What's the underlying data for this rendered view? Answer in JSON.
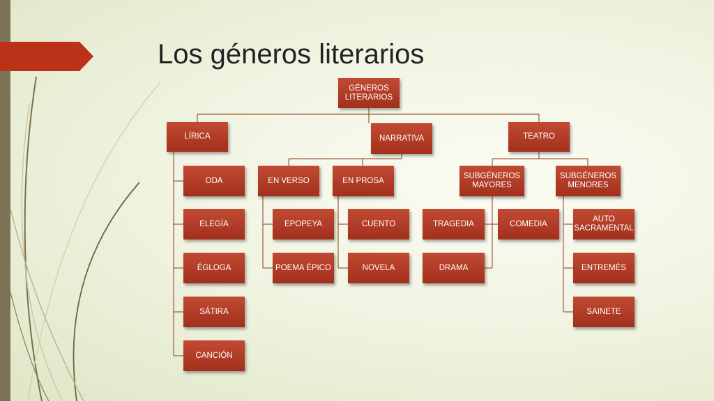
{
  "slide": {
    "title": "Los géneros literarios",
    "accent_color": "#bc3218",
    "box_color": "#b03a23",
    "sidebar_color": "#7c7356"
  },
  "diagram": {
    "root": "GÉNEROS LITERARIOS",
    "lirica": {
      "label": "LÍRICA",
      "items": [
        "ODA",
        "ELEGÍA",
        "ÉGLOGA",
        "SÁTIRA",
        "CANCIÓN"
      ]
    },
    "narrativa": {
      "label": "NARRATIVA",
      "en_verso": {
        "label": "EN VERSO",
        "items": [
          "EPOPEYA",
          "POEMA ÉPICO"
        ]
      },
      "en_prosa": {
        "label": "EN PROSA",
        "items": [
          "CUENTO",
          "NOVELA"
        ]
      }
    },
    "teatro": {
      "label": "TEATRO",
      "mayores": {
        "label": "SUBGÉNEROS MAYORES",
        "items": [
          "TRAGEDIA",
          "COMEDIA",
          "DRAMA"
        ]
      },
      "menores": {
        "label": "SUBGÉNEROS MENORES",
        "items": [
          "AUTO SACRAMENTAL",
          "ENTREMÉS",
          "SAINETE"
        ]
      }
    }
  }
}
